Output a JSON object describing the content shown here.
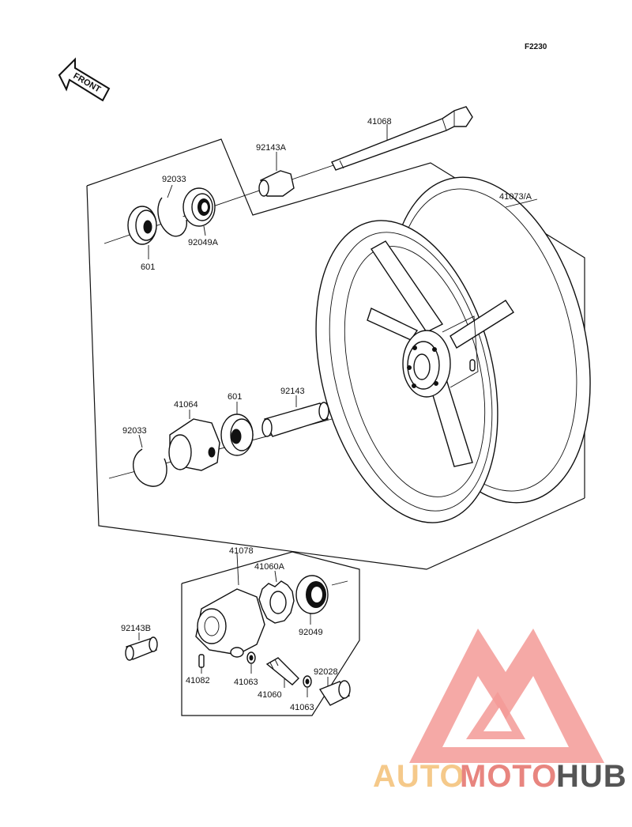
{
  "diagram_code": "F2230",
  "front_arrow_label": "FRONT",
  "watermark": {
    "part1": "AUTO",
    "part2": "MOTO",
    "part3": "HUB"
  },
  "parts": {
    "axle": "41068",
    "collar_upper": "92143A",
    "wheel": "41073/A",
    "circlip_upper": "92033",
    "seal_upper": "92049A",
    "bearing_upper": "601",
    "coupling": "41064",
    "bearing_lower": "601",
    "collar_lower": "92143",
    "circlip_lower": "92033",
    "speedo_gear_housing": "41078",
    "drive_gear": "41060A",
    "seal_lower": "92049",
    "collar_small": "92143B",
    "pin": "41082",
    "washer_a": "41063",
    "pinion": "41060",
    "bushing": "92028",
    "washer_b": "41063"
  }
}
